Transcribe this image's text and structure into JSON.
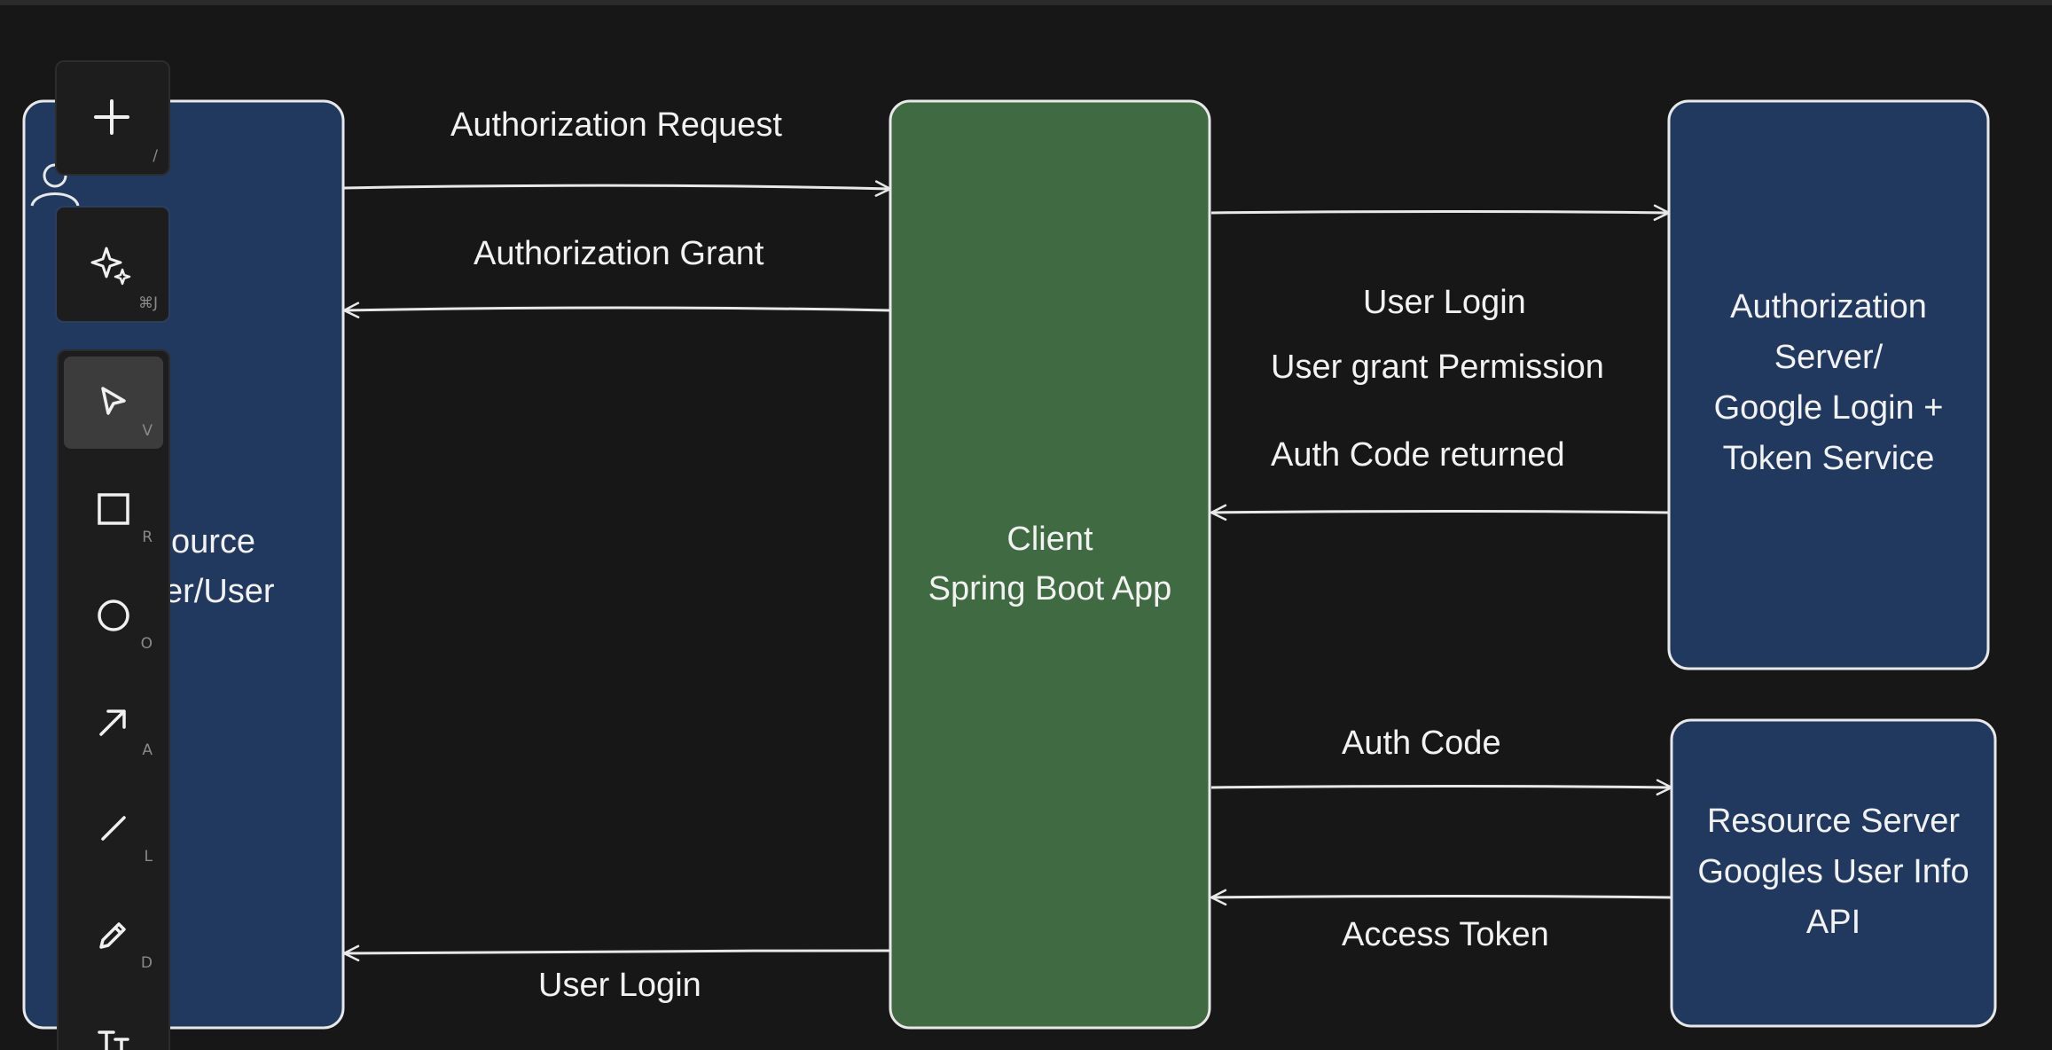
{
  "diagram": {
    "left_box": {
      "lines": [
        "ource",
        "er/User"
      ]
    },
    "client_box": {
      "lines": [
        "Client",
        "Spring Boot App"
      ]
    },
    "auth_server_box": {
      "lines": [
        "Authorization",
        "Server/",
        "Google Login +",
        "Token Service"
      ]
    },
    "resource_server_box": {
      "lines": [
        "Resource Server",
        "Googles User Info",
        "API"
      ]
    },
    "edges": {
      "authorization_request": "Authorization Request",
      "authorization_grant": "Authorization Grant",
      "user_login_top": "User Login",
      "user_grant_permission": "User grant Permission",
      "auth_code_returned": "Auth Code returned",
      "auth_code": "Auth Code",
      "access_token": "Access Token",
      "user_login_bottom": "User Login"
    },
    "colors": {
      "blue_box": "#22395f",
      "green_box": "#3f6a42",
      "stroke": "#e8e8e8",
      "background": "#171717"
    }
  },
  "toolbar": {
    "add": {
      "icon": "plus-icon",
      "hotkey": "/"
    },
    "ai": {
      "icon": "sparkles-icon",
      "hotkey": "⌘J"
    },
    "tools": [
      {
        "name": "select",
        "icon": "cursor-icon",
        "hotkey": "V",
        "active": true
      },
      {
        "name": "rectangle",
        "icon": "square-icon",
        "hotkey": "R"
      },
      {
        "name": "ellipse",
        "icon": "circle-icon",
        "hotkey": "O"
      },
      {
        "name": "arrow",
        "icon": "arrow-icon",
        "hotkey": "A"
      },
      {
        "name": "line",
        "icon": "line-icon",
        "hotkey": "L"
      },
      {
        "name": "draw",
        "icon": "pencil-icon",
        "hotkey": "D"
      },
      {
        "name": "text",
        "icon": "text-icon",
        "hotkey": ""
      }
    ]
  }
}
